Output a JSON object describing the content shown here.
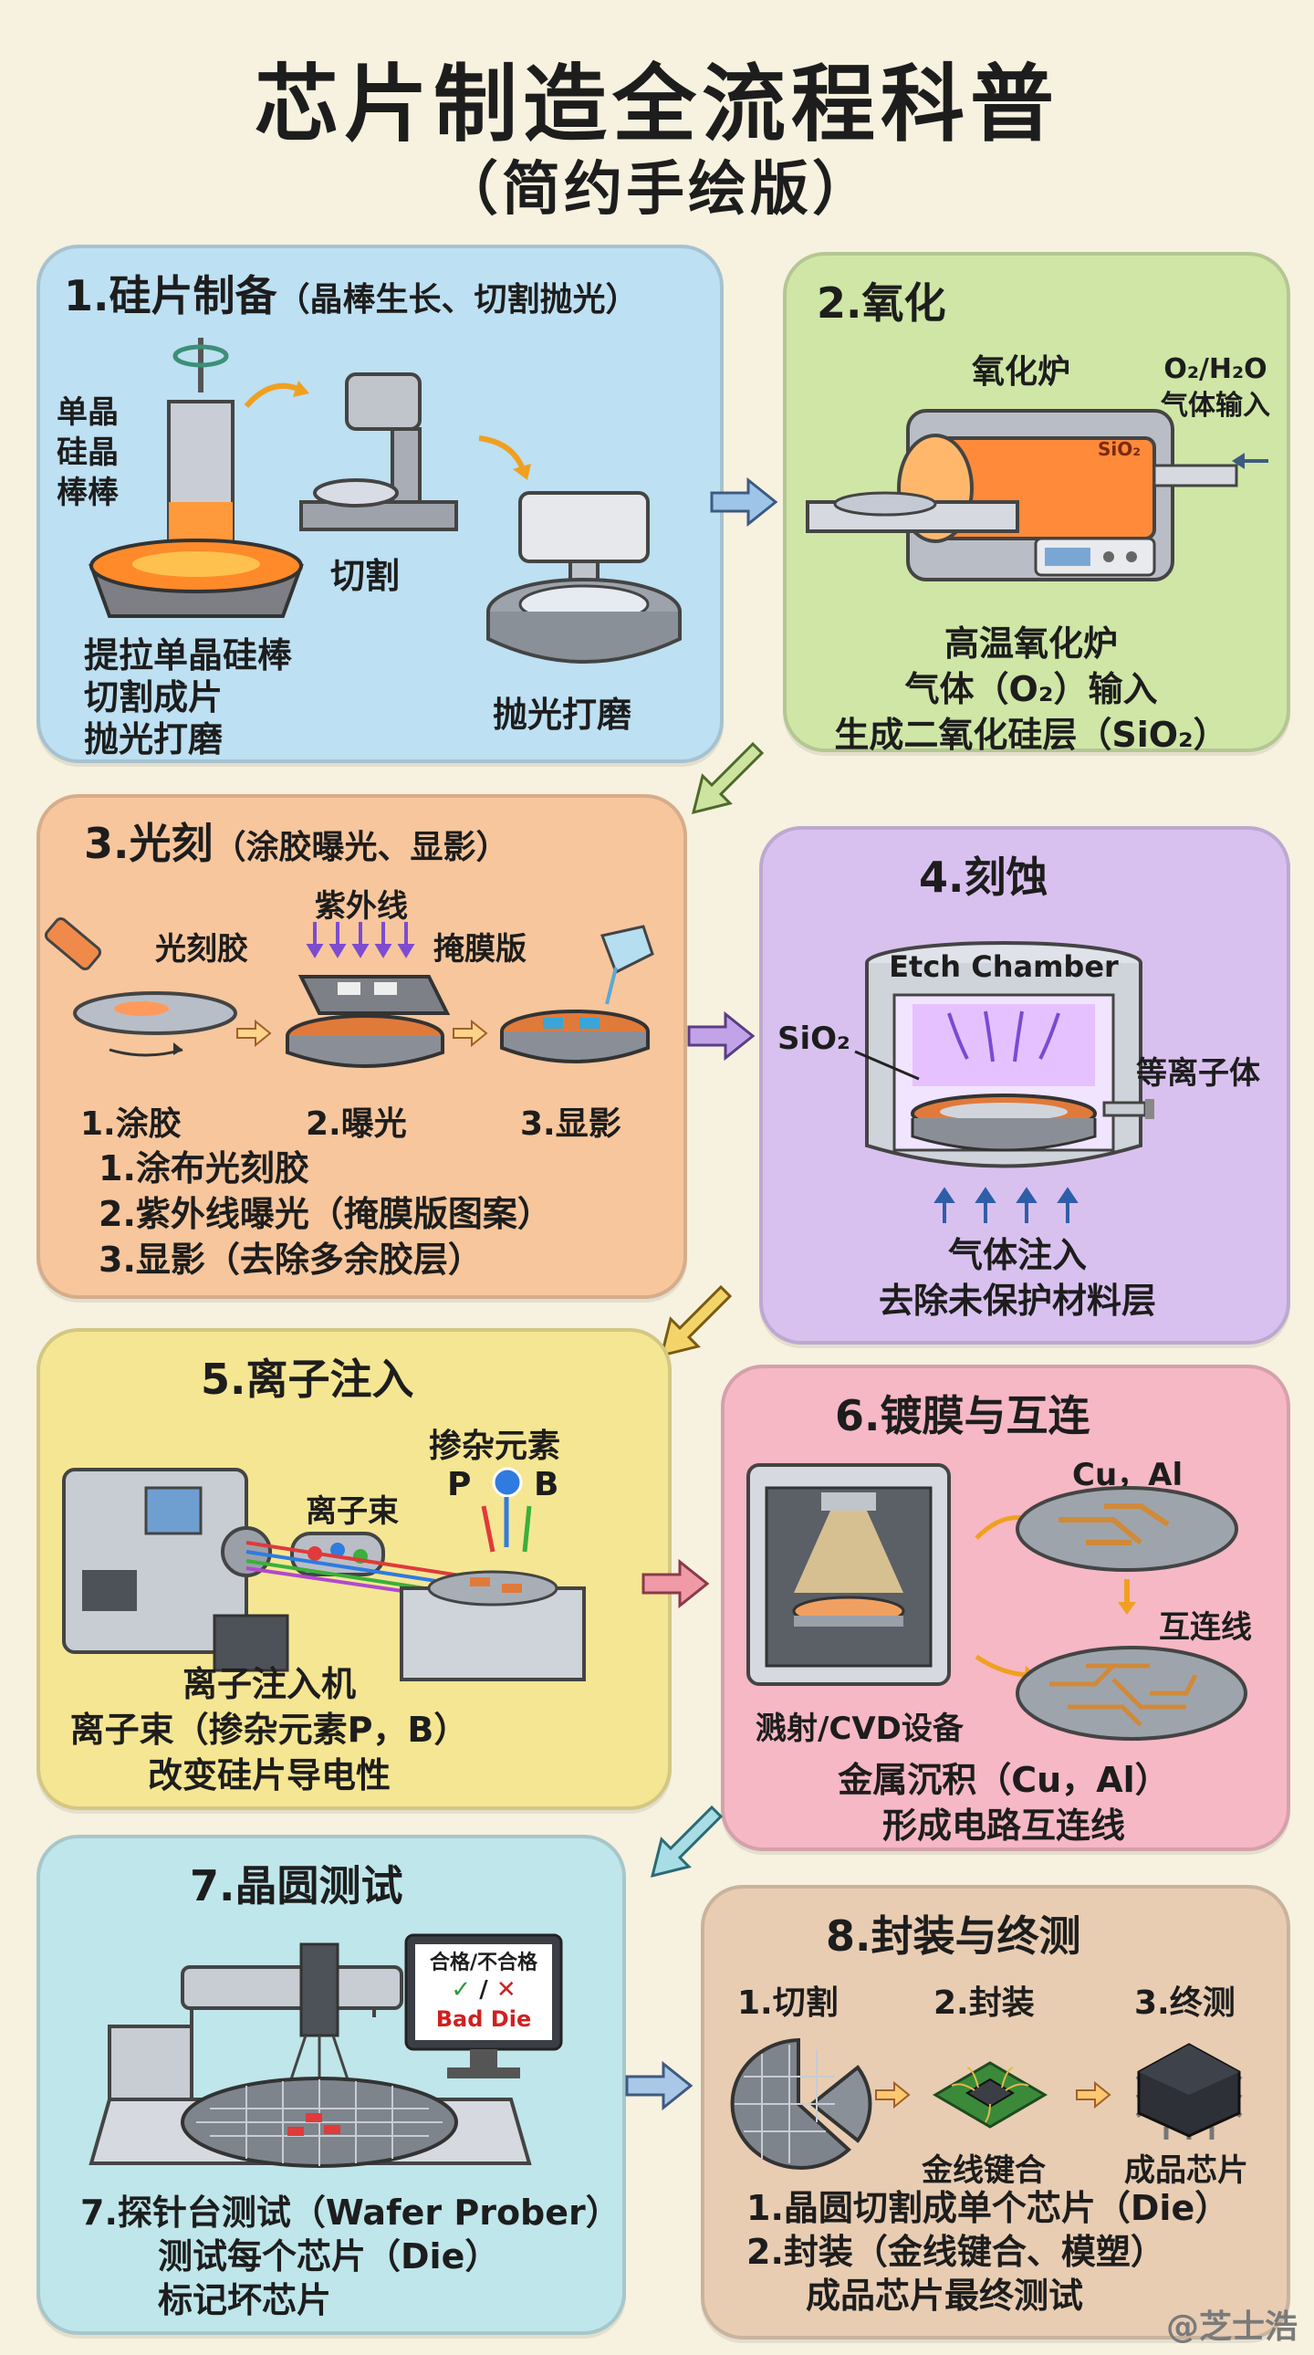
{
  "title": "芯片制造全流程科普",
  "subtitle": "（简约手绘版）",
  "watermark": "@芝士浩",
  "panels": {
    "p1": {
      "title": "1.硅片制备",
      "title_suffix": "（晶棒生长、切割抛光）",
      "ingot_label": [
        "单晶",
        "硅晶",
        "棒棒"
      ],
      "cut_label": "切割",
      "polish_label": "抛光打磨",
      "desc": [
        "提拉单晶硅棒",
        "切割成片",
        "抛光打磨"
      ],
      "color": "#bde0f2"
    },
    "p2": {
      "title": "2.氧化",
      "furnace_label": "氧化炉",
      "gas_label_1": "O₂/H₂O",
      "gas_label_2": "气体输入",
      "sio2_tag": "SiO₂",
      "desc": [
        "高温氧化炉",
        "气体（O₂）输入",
        "生成二氧化硅层（SiO₂）"
      ],
      "color": "#cfe6a6"
    },
    "p3": {
      "title": "3.光刻",
      "title_suffix": "（涂胶曝光、显影）",
      "resist_label": "光刻胶",
      "uv_label": "紫外线",
      "mask_label": "掩膜版",
      "steps": [
        "1.涂胶",
        "2.曝光",
        "3.显影"
      ],
      "desc": [
        "1.涂布光刻胶",
        "2.紫外线曝光（掩膜版图案）",
        "3.显影（去除多余胶层）"
      ],
      "color": "#f7c69d"
    },
    "p4": {
      "title": "4.刻蚀",
      "chamber_label": "Etch Chamber",
      "sio2_label": "SiO₂",
      "plasma_label": "等离子体",
      "desc": [
        "气体注入",
        "去除未保护材料层"
      ],
      "color": "#d9c1ef"
    },
    "p5": {
      "title": "5.离子注入",
      "dopant_label": "掺杂元素",
      "p_label": "P",
      "b_label": "B",
      "beam_label": "离子束",
      "desc": [
        "离子注入机",
        "离子束（掺杂元素P，B）",
        "改变硅片导电性"
      ],
      "color": "#f5e693"
    },
    "p6": {
      "title": "6.镀膜与互连",
      "metal_label": "Cu，Al",
      "interconnect_label": "互连线",
      "device_label": "溅射/CVD设备",
      "desc": [
        "金属沉积（Cu，Al）",
        "形成电路互连线"
      ],
      "color": "#f6b8c4"
    },
    "p7": {
      "title": "7.晶圆测试",
      "screen_line1": "合格/不合格",
      "screen_check": "✓",
      "screen_slash": "/",
      "screen_cross": "✕",
      "screen_line3": "Bad Die",
      "desc": [
        "7.探针台测试（Wafer Prober）",
        "测试每个芯片（Die）",
        "标记坏芯片"
      ],
      "color": "#bfe6ea"
    },
    "p8": {
      "title": "8.封装与终测",
      "steps": [
        "1.切割",
        "2.封装",
        "3.终测"
      ],
      "bond_label": "金线键合",
      "product_label": "成品芯片",
      "desc": [
        "1.晶圆切割成单个芯片（Die）",
        "2.封装（金线键合、模塑）",
        "成品芯片最终测试"
      ],
      "color": "#e8cdb3"
    }
  }
}
